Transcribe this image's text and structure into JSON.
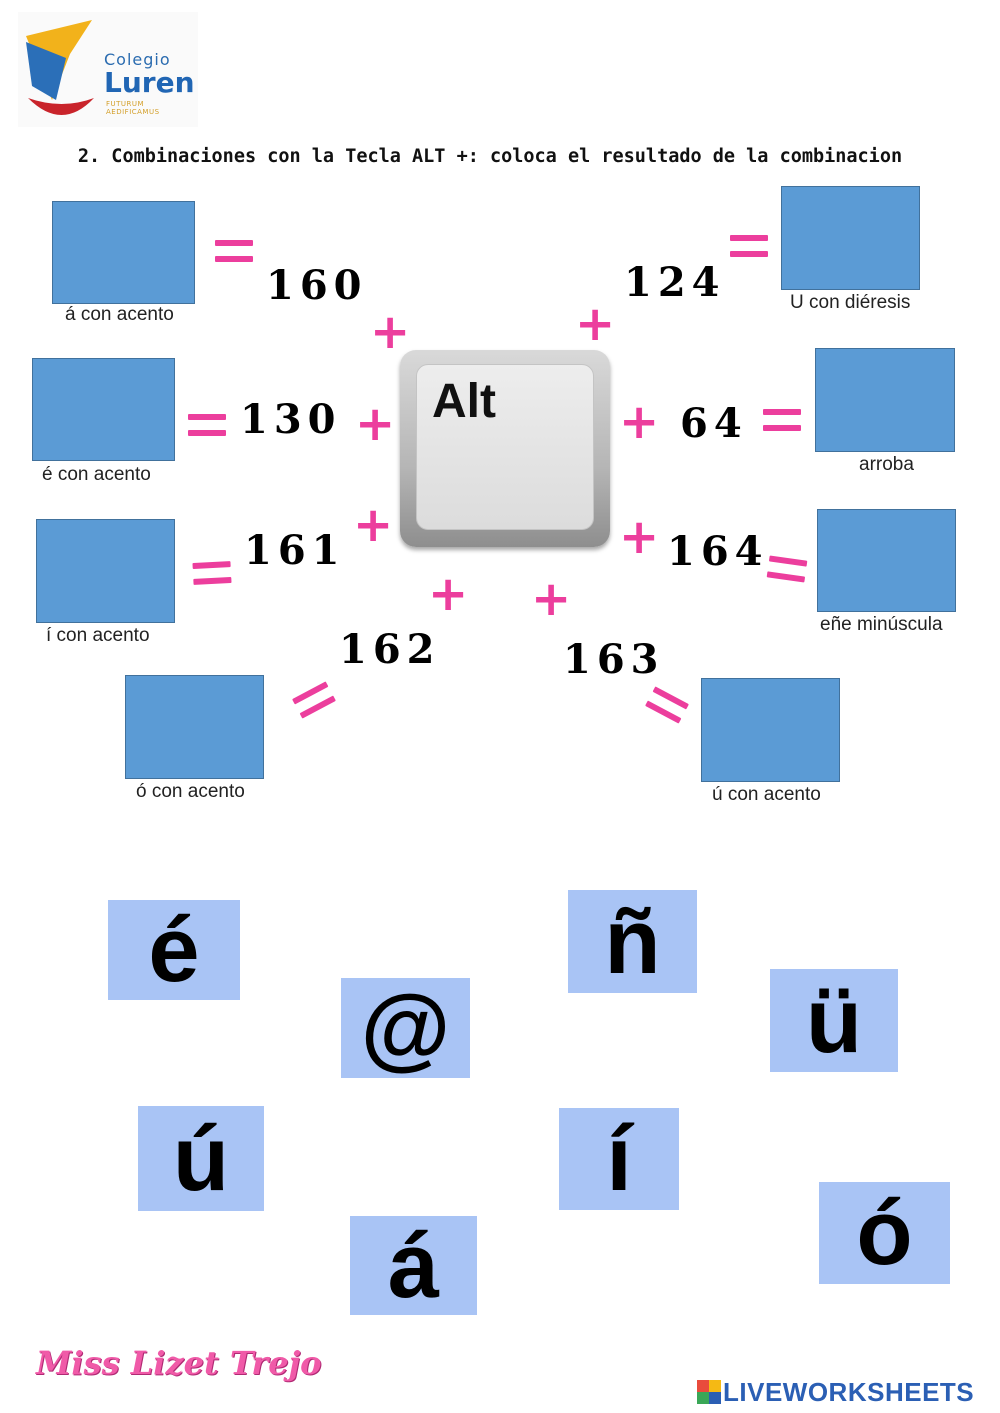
{
  "header": {
    "logo_line1": "Colegio",
    "logo_line2": "Luren",
    "logo_motto": "FUTURUM AEDIFICAMUS"
  },
  "instruction": "2. Combinaciones con la Tecla ALT +: coloca el resultado de la combinacion",
  "alt_key_label": "Alt",
  "plus_symbol": "+",
  "combos": [
    {
      "code": "160",
      "label": "á con acento"
    },
    {
      "code": "124",
      "label": "U con diéresis"
    },
    {
      "code": "130",
      "label": "é con acento"
    },
    {
      "code": "64",
      "label": "arroba"
    },
    {
      "code": "161",
      "label": "í con acento"
    },
    {
      "code": "164",
      "label": "eñe minúscula"
    },
    {
      "code": "162",
      "label": "ó con acento"
    },
    {
      "code": "163",
      "label": "ú con acento"
    }
  ],
  "tiles": [
    "é",
    "@",
    "ñ",
    "ü",
    "ú",
    "í",
    "á",
    "ó"
  ],
  "footer": {
    "author": "Miss Lizet Trejo",
    "brand": "LIVEWORKSHEETS"
  },
  "colors": {
    "answer_box": "#5b9bd5",
    "tile": "#a9c4f5",
    "accent_pink": "#ec3e9d",
    "brand_blue": "#2b5fb4"
  }
}
